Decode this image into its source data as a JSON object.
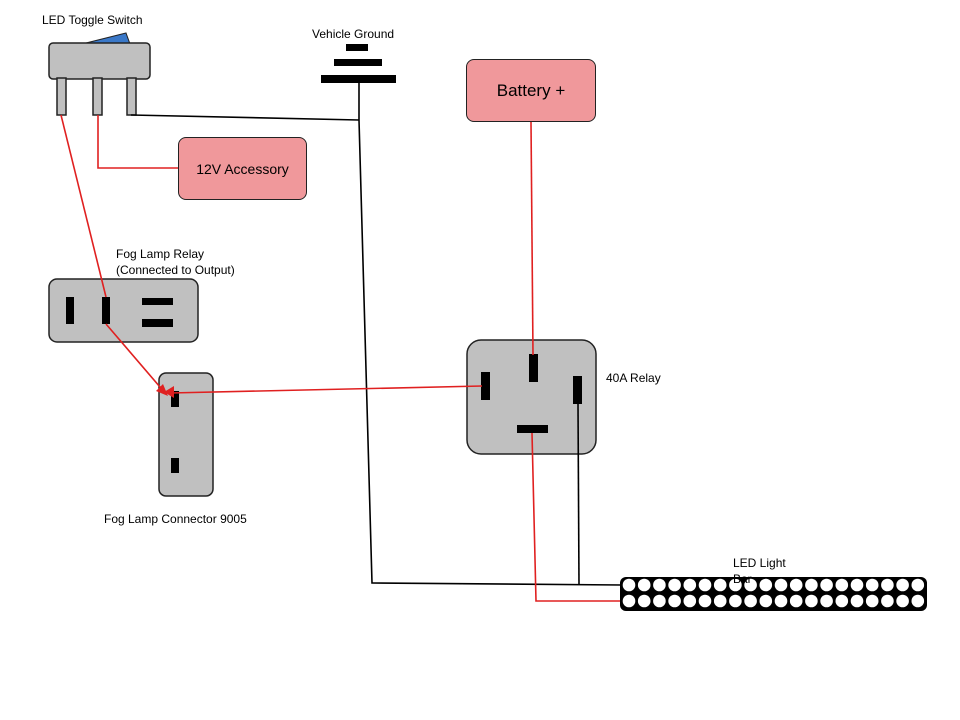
{
  "labels": {
    "toggle_switch": "LED Toggle Switch",
    "vehicle_ground": "Vehicle Ground",
    "battery": "Battery +",
    "accessory": "12V Accessory",
    "fog_relay_line1": "Fog Lamp Relay",
    "fog_relay_line2": "(Connected to Output)",
    "relay_40a": "40A Relay",
    "fog_connector": "Fog Lamp Connector 9005",
    "light_bar_line1": "LED Light",
    "light_bar_line2": "Bar"
  },
  "colors": {
    "power_wire": "#e02020",
    "ground_wire": "#000000",
    "component_fill": "#c0c0c0",
    "terminal_box_fill": "#f0989b",
    "switch_rocker": "#3a78c8"
  },
  "light_bar": {
    "rows": 2,
    "leds_per_row": 20
  }
}
